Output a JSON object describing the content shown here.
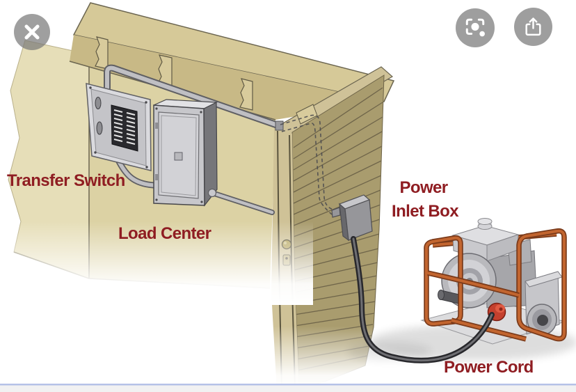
{
  "viewer": {
    "buttons": {
      "close_icon": "close-x",
      "lens_icon": "google-lens",
      "share_icon": "share-upload",
      "button_gray": "#9e9e9e"
    },
    "bottom_bar": {
      "divider_color": "#b5c1e7",
      "bar_color": "#f1f1f2"
    }
  },
  "diagram": {
    "labels": {
      "transfer_switch": "Transfer Switch",
      "load_center": "Load Center",
      "power_inlet_line1": "Power",
      "power_inlet_line2": "Inlet Box",
      "power_cord": "Power Cord"
    },
    "label_color": "#8f1d22",
    "colors": {
      "interior_wall": "#dcd2a4",
      "side_wall": "#e6deb8",
      "roof_slab": "#d6c998",
      "rafter_bay": "#c8b986",
      "siding": "#a99c6e",
      "door_trim": "#cfc297",
      "panel_gray": "#c7c7cb",
      "breaker_dark": "#2a2a2e",
      "frame_copper": "#b0562c",
      "power_cord": "#2f2f33",
      "plug_red": "#c4402e"
    }
  }
}
